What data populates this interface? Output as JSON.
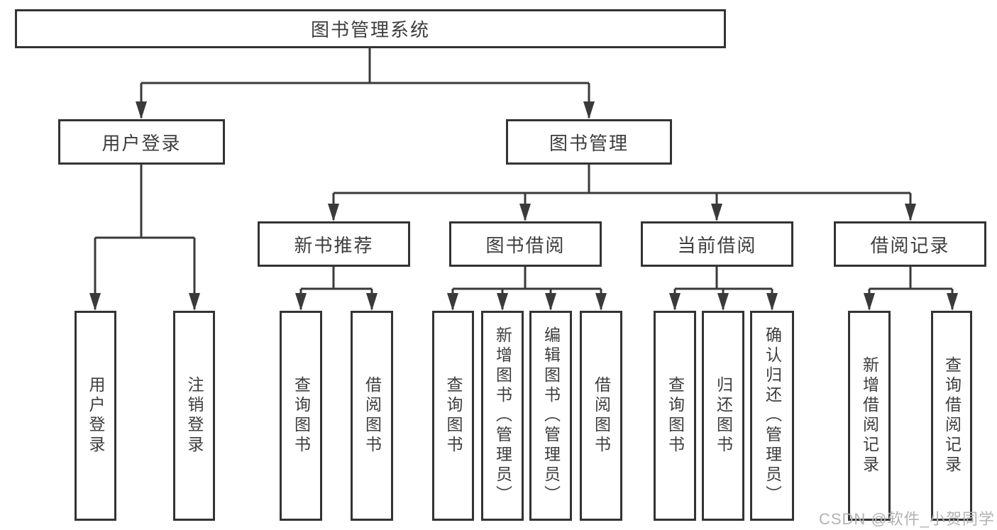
{
  "diagram": {
    "type": "hierarchy-tree",
    "watermark": "CSDN @软件_小贺同学",
    "colors": {
      "background": "#ffffff",
      "line": "#3a3a3a",
      "box_border": "#333333",
      "box_fill": "#ffffff",
      "text": "#3d3d3d",
      "watermark": "#b2b2b2"
    }
  },
  "nodes": {
    "root": {
      "label": "图书管理系统"
    },
    "user_login": {
      "label": "用户登录"
    },
    "book_mgmt": {
      "label": "图书管理"
    },
    "new_book_recommend": {
      "label": "新书推荐"
    },
    "book_borrow": {
      "label": "图书借阅"
    },
    "current_borrow": {
      "label": "当前借阅"
    },
    "borrow_record": {
      "label": "借阅记录"
    },
    "leaf_login": {
      "label": "用户登录"
    },
    "leaf_logout": {
      "label": "注销登录"
    },
    "leaf_recommend_query": {
      "label": "查询图书"
    },
    "leaf_recommend_borrow": {
      "label": "借阅图书"
    },
    "leaf_borrow_query": {
      "label": "查询图书"
    },
    "leaf_borrow_add": {
      "label": "新增图书（管理员）"
    },
    "leaf_borrow_edit": {
      "label": "编辑图书（管理员）"
    },
    "leaf_borrow_borrow": {
      "label": "借阅图书"
    },
    "leaf_current_query": {
      "label": "查询图书"
    },
    "leaf_current_return": {
      "label": "归还图书"
    },
    "leaf_current_confirm": {
      "label": "确认归还（管理员）"
    },
    "leaf_record_add": {
      "label": "新增借阅记录"
    },
    "leaf_record_query": {
      "label": "查询借阅记录"
    }
  },
  "hierarchy": {
    "图书管理系统": {
      "用户登录": [
        "用户登录",
        "注销登录"
      ],
      "图书管理": {
        "新书推荐": [
          "查询图书",
          "借阅图书"
        ],
        "图书借阅": [
          "查询图书",
          "新增图书（管理员）",
          "编辑图书（管理员）",
          "借阅图书"
        ],
        "当前借阅": [
          "查询图书",
          "归还图书",
          "确认归还（管理员）"
        ],
        "借阅记录": [
          "新增借阅记录",
          "查询借阅记录"
        ]
      }
    }
  }
}
